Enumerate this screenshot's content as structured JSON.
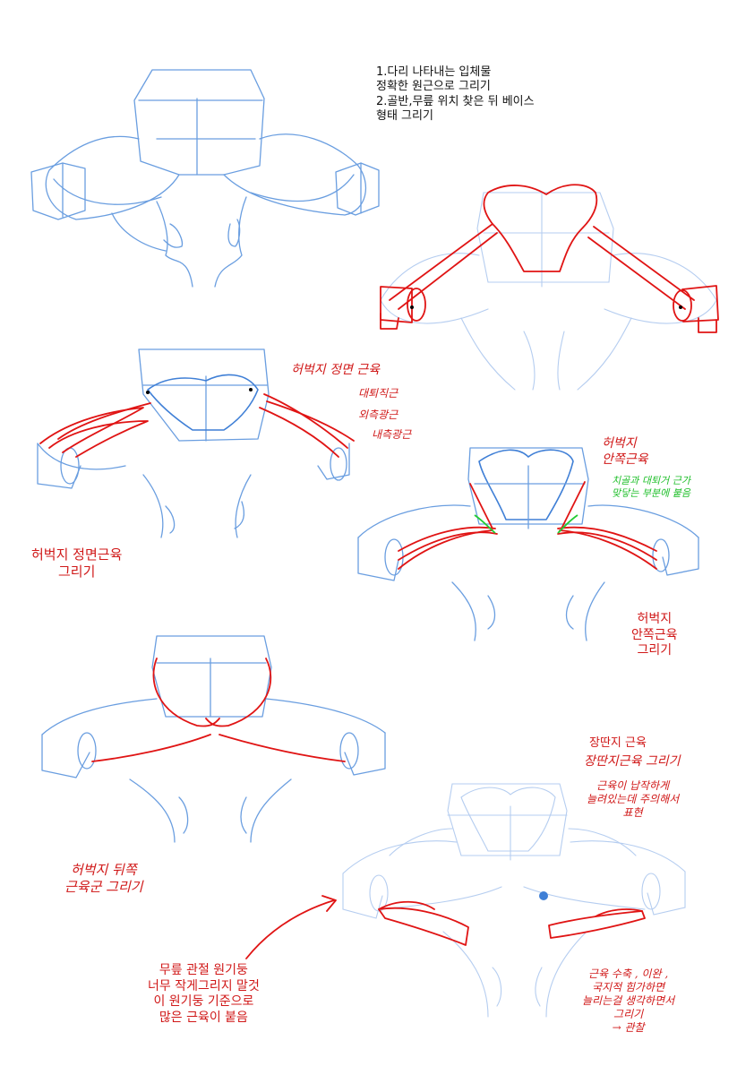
{
  "notes": {
    "steps": "1.다리 나타내는 입체물\n정확한 원근으로 그리기\n2.골반,무릎 위치 찾은 뒤 베이스\n형태 그리기",
    "thigh_front_hand_title": "허벅지 정면 근육",
    "thigh_front_hand_1": "대퇴직근",
    "thigh_front_hand_2": "외측광근",
    "thigh_front_hand_3": "내측광근",
    "thigh_front_caption": "허벅지 정면근육\n그리기",
    "thigh_inner_hand": "허벅지\n안쪽근육",
    "thigh_inner_green": "치골과 대퇴거 근가\n맞닿는 부분에 붙음",
    "thigh_inner_caption": "허벅지\n안쪽근육\n그리기",
    "calf_print": "장딴지 근육",
    "calf_hand_1": "장딴지근육 그리기",
    "calf_hand_2": "근육이 납작하게\n늘려있는데 주의해서\n표현",
    "thigh_back_hand": "허벅지 뒤쪽\n근육군 그리기",
    "knee_caption": "무릎 관절 원기둥\n너무 작게그리지 말것\n이 원기둥 기준으로\n많은 근육이 붙음",
    "bottom_hand": "근육 수축 , 이완 ,\n국지적 힘가하면\n늘리는걸 생각하면서\n그리기\n→ 관찰"
  },
  "colors": {
    "sketch_blue": "#6a9ee0",
    "light_blue": "#b5cdf0",
    "accent_red": "#e01414",
    "accent_green": "#22cc33"
  }
}
